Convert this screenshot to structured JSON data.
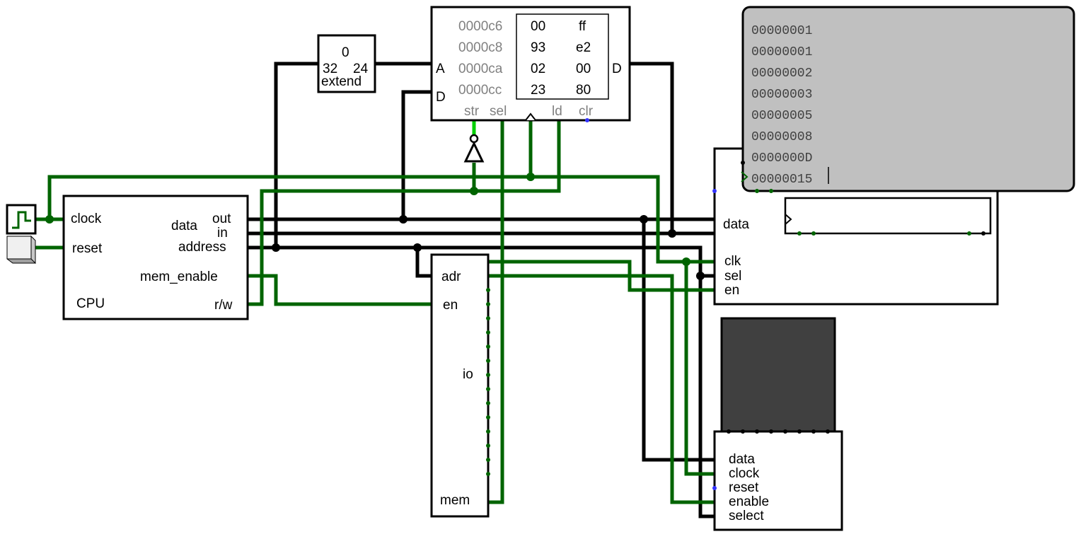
{
  "colors": {
    "wire_bus": "#000000",
    "wire_signal": "#006400",
    "wire_active": "#00d000",
    "terminal_bg": "#c0c0c0",
    "display_bg": "#404040",
    "unconnected_pin": "#3333ff"
  },
  "cpu": {
    "name": "CPU",
    "pins_left": [
      "clock",
      "reset"
    ],
    "pins_right": {
      "data": "data",
      "out": "out",
      "in": "in",
      "address": "address",
      "mem_enable": "mem_enable",
      "rw": "r/w"
    }
  },
  "extender": {
    "top": "0",
    "in_bits": "32",
    "out_bits": "24",
    "label": "extend"
  },
  "ram": {
    "pin_a": "A",
    "pin_d_in": "D",
    "pin_d_out": "D",
    "bottom_pins": {
      "str": "str",
      "sel": "sel",
      "ld": "ld",
      "clr": "clr"
    },
    "rows": [
      {
        "addr": "0000c6",
        "b0": "00",
        "b1": "ff"
      },
      {
        "addr": "0000c8",
        "b0": "93",
        "b1": "e2"
      },
      {
        "addr": "0000ca",
        "b0": "02",
        "b1": "00"
      },
      {
        "addr": "0000cc",
        "b0": "23",
        "b1": "80"
      }
    ]
  },
  "mem_controller": {
    "adr": "adr",
    "en": "en",
    "io": "io",
    "mem": "mem"
  },
  "tty": {
    "pins": {
      "data": "data",
      "clk": "clk",
      "sel": "sel",
      "en": "en"
    },
    "lines": [
      "00000001",
      "00000001",
      "00000002",
      "00000003",
      "00000005",
      "00000008",
      "0000000D",
      "00000015"
    ]
  },
  "display": {
    "pins": {
      "data": "data",
      "clock": "clock",
      "reset": "reset",
      "enable": "enable",
      "select": "select"
    }
  },
  "icons": {
    "clock_source": "clock-source-icon",
    "reset_button": "reset-button-icon",
    "not_gate": "not-gate-icon"
  }
}
